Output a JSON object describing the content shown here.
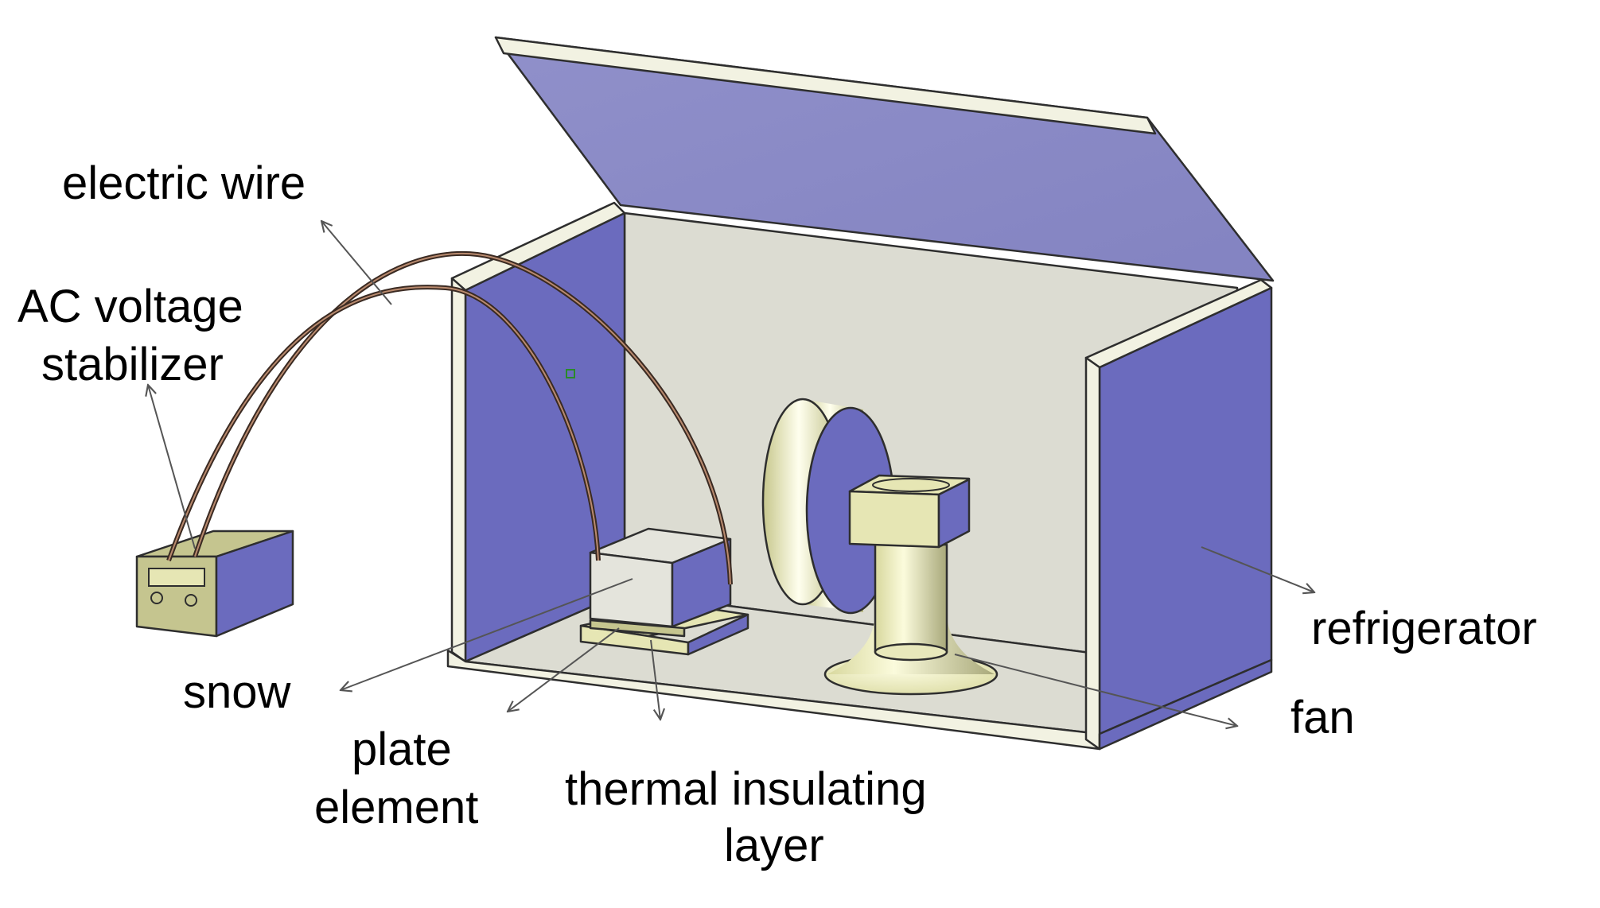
{
  "labels": {
    "electric_wire": "electric wire",
    "ac_voltage_line1": "AC voltage",
    "ac_voltage_line2": "stabilizer",
    "snow": "snow",
    "plate_element_line1": "plate",
    "plate_element_line2": "element",
    "thermal_line1": "thermal insulating",
    "thermal_line2": "layer",
    "refrigerator": "refrigerator",
    "fan": "fan"
  },
  "colors": {
    "cabinet_blue": "#6b6bbe",
    "lid_blue": "#8c8cc6",
    "interior_grey": "#dcdcd2",
    "rim_cream": "#f2f2e2",
    "component_cream": "#e6e6b4",
    "stabilizer_olive": "#c5c58f",
    "wire_dark": "#3a2a22",
    "wire_copper": "#b98a6e"
  }
}
